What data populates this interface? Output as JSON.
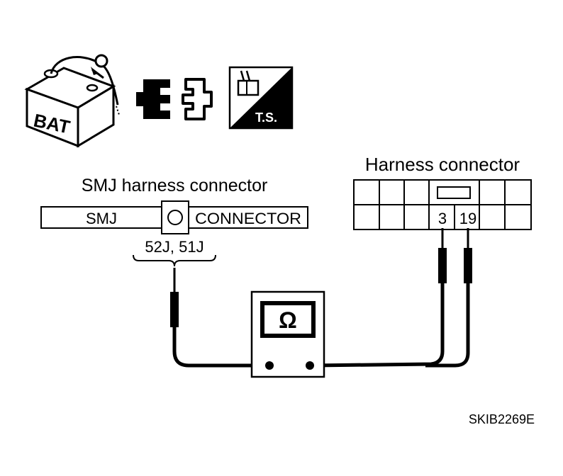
{
  "icons": {
    "battery_label": "BAT",
    "troubleshoot_label": "T.S."
  },
  "smj": {
    "title": "SMJ harness connector",
    "left_text": "SMJ",
    "right_text": "CONNECTOR",
    "terminals": "52J, 51J"
  },
  "harness": {
    "title": "Harness connector",
    "terminal_a": "3",
    "terminal_b": "19"
  },
  "meter": {
    "symbol": "Ω"
  },
  "figure_id": "SKIB2269E"
}
